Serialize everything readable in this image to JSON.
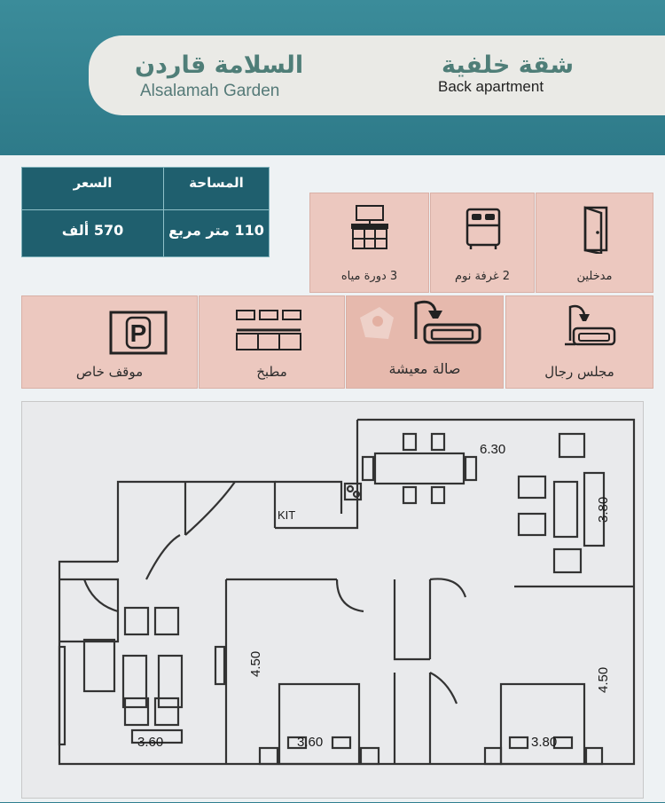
{
  "header": {
    "project_ar": "السلامة قاردن",
    "project_en": "Alsalamah Garden",
    "unit_ar": "شقة خلفية",
    "unit_en": "Back apartment"
  },
  "price_table": {
    "area_header": "المساحة",
    "price_header": "السعر",
    "area_value": "110 متر مربع",
    "price_value": "570 ألف"
  },
  "features": {
    "entrances": "مدخلين",
    "bedrooms": "2 غرفة نوم",
    "bathrooms": "3 دورة مياه",
    "majlis": "مجلس رجال",
    "living_room": "صالة معيشة",
    "kitchen": "مطبخ",
    "parking": "موقف خاص"
  },
  "icons": {
    "entrances": "door-icon",
    "bedrooms": "bed-icon",
    "bathrooms": "bathroom-vanity-icon",
    "majlis": "sofa-lamp-icon",
    "living_room": "sofa-lamp-icon",
    "kitchen": "kitchen-icon",
    "parking": "parking-icon"
  },
  "floor_plan": {
    "kit_label": "KIT",
    "dims": {
      "top_width": "6.30",
      "top_height": "3.80",
      "left_width": "3.60",
      "mid_width": "3.60",
      "mid_height": "4.50",
      "right_width": "3.80",
      "right_height": "4.50"
    }
  },
  "colors": {
    "teal_header": "#2f7f8f",
    "table_bg": "#1f5f6e",
    "tile_bg": "#ecc8bf",
    "title_green": "#4f7e78"
  }
}
